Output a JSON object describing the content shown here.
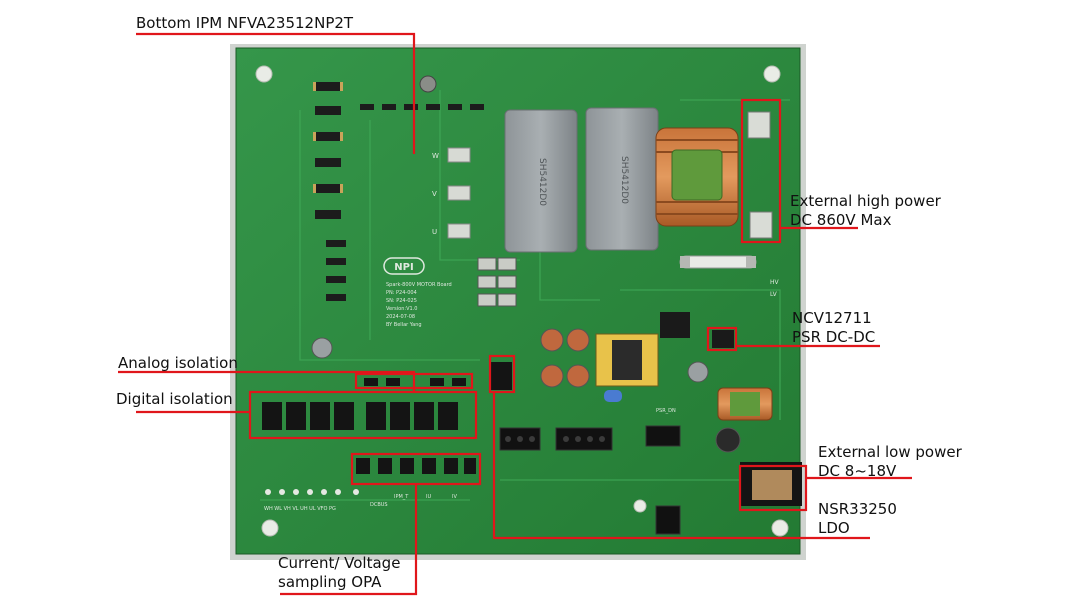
{
  "annotations": {
    "ipm": "Bottom IPM NFVA23512NP2T",
    "high_power_1": "External high power",
    "high_power_2": "DC 860V Max",
    "ncv_1": "NCV12711",
    "ncv_2": "PSR DC-DC",
    "analog": "Analog isolation",
    "digital": "Digital isolation",
    "low_power_1": "External low power",
    "low_power_2": "DC 8~18V",
    "nsr_1": "NSR33250",
    "nsr_2": "LDO",
    "opa_1": "Current/ Voltage",
    "opa_2": "sampling OPA"
  },
  "board_silkscreen": {
    "logo": "NPI",
    "board_name": "Spark-800V MOTOR Board",
    "pn": "PN: P24-004",
    "sn": "SN: P24-025",
    "version": "Version:V1.0",
    "date": "2024-07-08",
    "by": "BY Bellar Yang",
    "phase_u": "U",
    "phase_v": "V",
    "phase_w": "W",
    "hv": "HV",
    "lv": "LV",
    "psr": "PSR_DN",
    "cap1": "SH5412D0",
    "cap2": "SH5412D0",
    "dcbus": "DCBUS",
    "ipm_t": "IPM_T",
    "iu": "IU",
    "iv": "IV",
    "bottom_pins": "WH  WL  VH  VL  UH  UL  VFO  PG"
  },
  "colors": {
    "pcb": "#2e8b3e",
    "pcb_dark": "#1f6b2c",
    "callout": "#e0161b",
    "silk": "#dfe9df"
  }
}
